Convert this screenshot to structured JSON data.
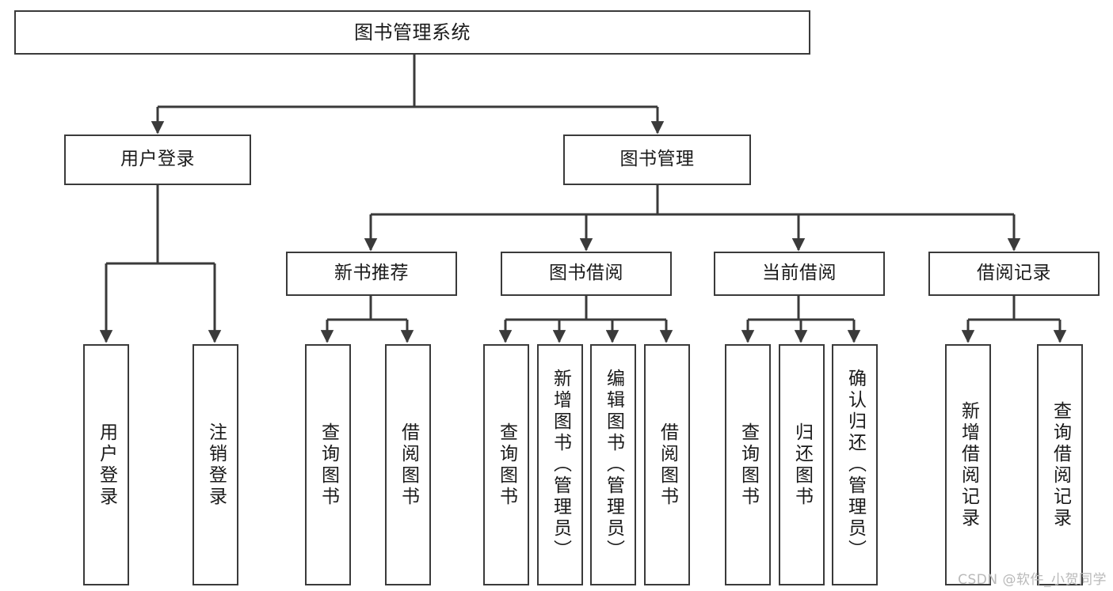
{
  "diagram": {
    "type": "tree-hierarchy",
    "title": "图书管理系统",
    "watermark": "CSDN @软件_小贺同学",
    "colors": {
      "node_border": "#3a3a3a",
      "node_fill": "#ffffff",
      "edge": "#3a3a3a",
      "text": "#1a1a1a",
      "background": "#ffffff",
      "watermark": "#b9b9b9"
    },
    "root": {
      "label": "图书管理系统"
    },
    "level1": [
      {
        "label": "用户登录"
      },
      {
        "label": "图书管理"
      }
    ],
    "level2": [
      {
        "label": "新书推荐"
      },
      {
        "label": "图书借阅"
      },
      {
        "label": "当前借阅"
      },
      {
        "label": "借阅记录"
      }
    ],
    "leaves": {
      "user_login": [
        {
          "label": "用户登录"
        },
        {
          "label": "注销登录"
        }
      ],
      "new_book": [
        {
          "label": "查询图书"
        },
        {
          "label": "借阅图书"
        }
      ],
      "book_borrow": [
        {
          "label": "查询图书"
        },
        {
          "label": "新增图书（管理员）"
        },
        {
          "label": "编辑图书（管理员）"
        },
        {
          "label": "借阅图书"
        }
      ],
      "current_borrow": [
        {
          "label": "查询图书"
        },
        {
          "label": "归还图书"
        },
        {
          "label": "确认归还（管理员）"
        }
      ],
      "borrow_record": [
        {
          "label": "新增借阅记录"
        },
        {
          "label": "查询借阅记录"
        }
      ]
    }
  }
}
